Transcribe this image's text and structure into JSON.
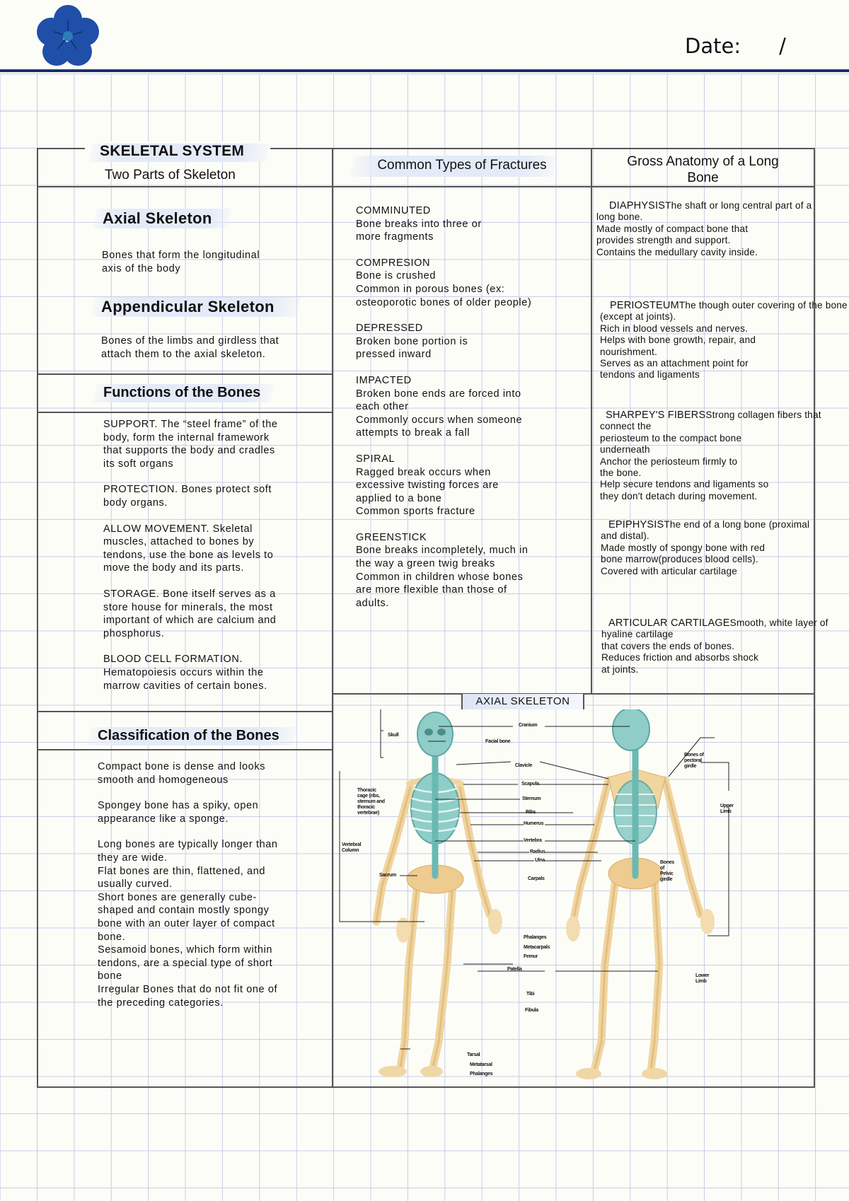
{
  "header": {
    "date_label": "Date:",
    "date_separator": "/",
    "logo_icon": "blue-flower-logo",
    "accent_color": "#1b2f6b"
  },
  "left": {
    "title": "SKELETAL SYSTEM",
    "subtitle": "Two Parts of Skeleton",
    "axial": {
      "heading": "Axial Skeleton",
      "text": "Bones that form the longitudinal\naxis of the body"
    },
    "appendicular": {
      "heading": "Appendicular Skeleton",
      "text": "Bones of the limbs and girdless that\nattach them to the axial skeleton."
    },
    "functions": {
      "heading": "Functions of the Bones",
      "items": [
        "SUPPORT. The “steel frame” of the\nbody, form the internal framework\nthat supports the body and cradles\nits soft organs",
        "PROTECTION. Bones protect soft\nbody organs.",
        "ALLOW MOVEMENT. Skeletal\nmuscles, attached to bones by\ntendons, use the bone as levels to\nmove the body and its parts.",
        "STORAGE. Bone itself serves as a\nstore house for minerals, the most\nimportant of which are calcium and\nphosphorus.",
        "BLOOD CELL FORMATION.\nHematopoiesis occurs within the\nmarrow cavities of certain bones."
      ]
    },
    "classification": {
      "heading": "Classification of the Bones",
      "items": [
        "Compact bone is dense and looks\nsmooth and homogeneous",
        "Spongey bone has a spiky, open\nappearance like a sponge.",
        "Long bones are typically longer than\nthey are wide.\nFlat bones are thin, flattened, and\nusually curved.\nShort bones are generally cube-\nshaped and contain mostly spongy\nbone with an outer layer of compact\nbone.\nSesamoid bones, which form within\ntendons, are a special type of short\nbone\nIrregular Bones that do not fit one of\nthe preceding categories."
      ]
    }
  },
  "fractures": {
    "heading": "Common Types of Fractures",
    "items": [
      {
        "name": "COMMINUTED",
        "text": "Bone breaks into three or\nmore fragments"
      },
      {
        "name": "COMPRESION",
        "text": "Bone is crushed\nCommon in porous bones (ex:\nosteoporotic bones of older people)"
      },
      {
        "name": "DEPRESSED",
        "text": "Broken bone portion is\npressed inward"
      },
      {
        "name": "IMPACTED",
        "text": "Broken bone ends are forced into\neach other\nCommonly occurs when someone\nattempts to break a fall"
      },
      {
        "name": "SPIRAL",
        "text": "Ragged break occurs when\nexcessive twisting forces are\napplied to a bone\nCommon sports fracture"
      },
      {
        "name": "GREENSTICK",
        "text": "Bone breaks incompletely, much in\nthe way a green twig breaks\nCommon in children whose bones\nare more flexible than those of\nadults."
      }
    ]
  },
  "anatomy": {
    "heading": "Gross Anatomy of a Long\nBone",
    "items": [
      {
        "name": "DIAPHYSIS",
        "text": "The shaft or long central part of a\nlong bone.\nMade mostly of compact bone that\nprovides strength and support.\nContains the medullary cavity inside."
      },
      {
        "name": "PERIOSTEUM",
        "text": "The though outer covering of the bone\n(except at joints).\nRich in blood vessels and nerves.\nHelps with bone growth, repair, and\nnourishment.\nServes as an attachment point for\ntendons and ligaments"
      },
      {
        "name": "SHARPEY'S FIBERS",
        "text": "Strong collagen fibers that connect the\nperiosteum to the compact bone\nunderneath\nAnchor the periosteum  firmly to\nthe bone.\nHelp secure tendons and ligaments so\nthey don't detach during movement."
      },
      {
        "name": "EPIPHYSIS",
        "text": "The end of a long bone (proximal\nand distal).\nMade mostly of spongy bone with red\nbone marrow(produces blood cells).\nCovered with articular cartilage"
      },
      {
        "name": "ARTICULAR CARTILAGE",
        "text": "Smooth, white layer of hyaline cartilage\nthat covers the ends of bones.\nReduces friction and absorbs shock\nat joints."
      }
    ]
  },
  "figure": {
    "title": "AXIAL SKELETON",
    "colors": {
      "axial": "#7fc4c0",
      "appendicular": "#f1d7a4"
    },
    "labels": [
      "Skull",
      "Cranium",
      "Facial bone",
      "Clavicle",
      "Scapula",
      "Sternum",
      "Ribs",
      "Humerus",
      "Vertebra",
      "Radius",
      "Ulna",
      "Thoracic\ncage (ribs,\nsternum and\nthoracic\nvertebrae)",
      "Vertebral\nColumn",
      "Sacrum",
      "Carpals",
      "Phalanges",
      "Metacarpals",
      "Femur",
      "Patella",
      "Tibi",
      "Fibula",
      "Tarsal",
      "Metatarsal",
      "Phalanges",
      "Bones of\npectoral\ngirdle",
      "Upper\nLimb",
      "Bones\nof\nPelvic\ngirdle",
      "Lower\nLimb"
    ]
  }
}
